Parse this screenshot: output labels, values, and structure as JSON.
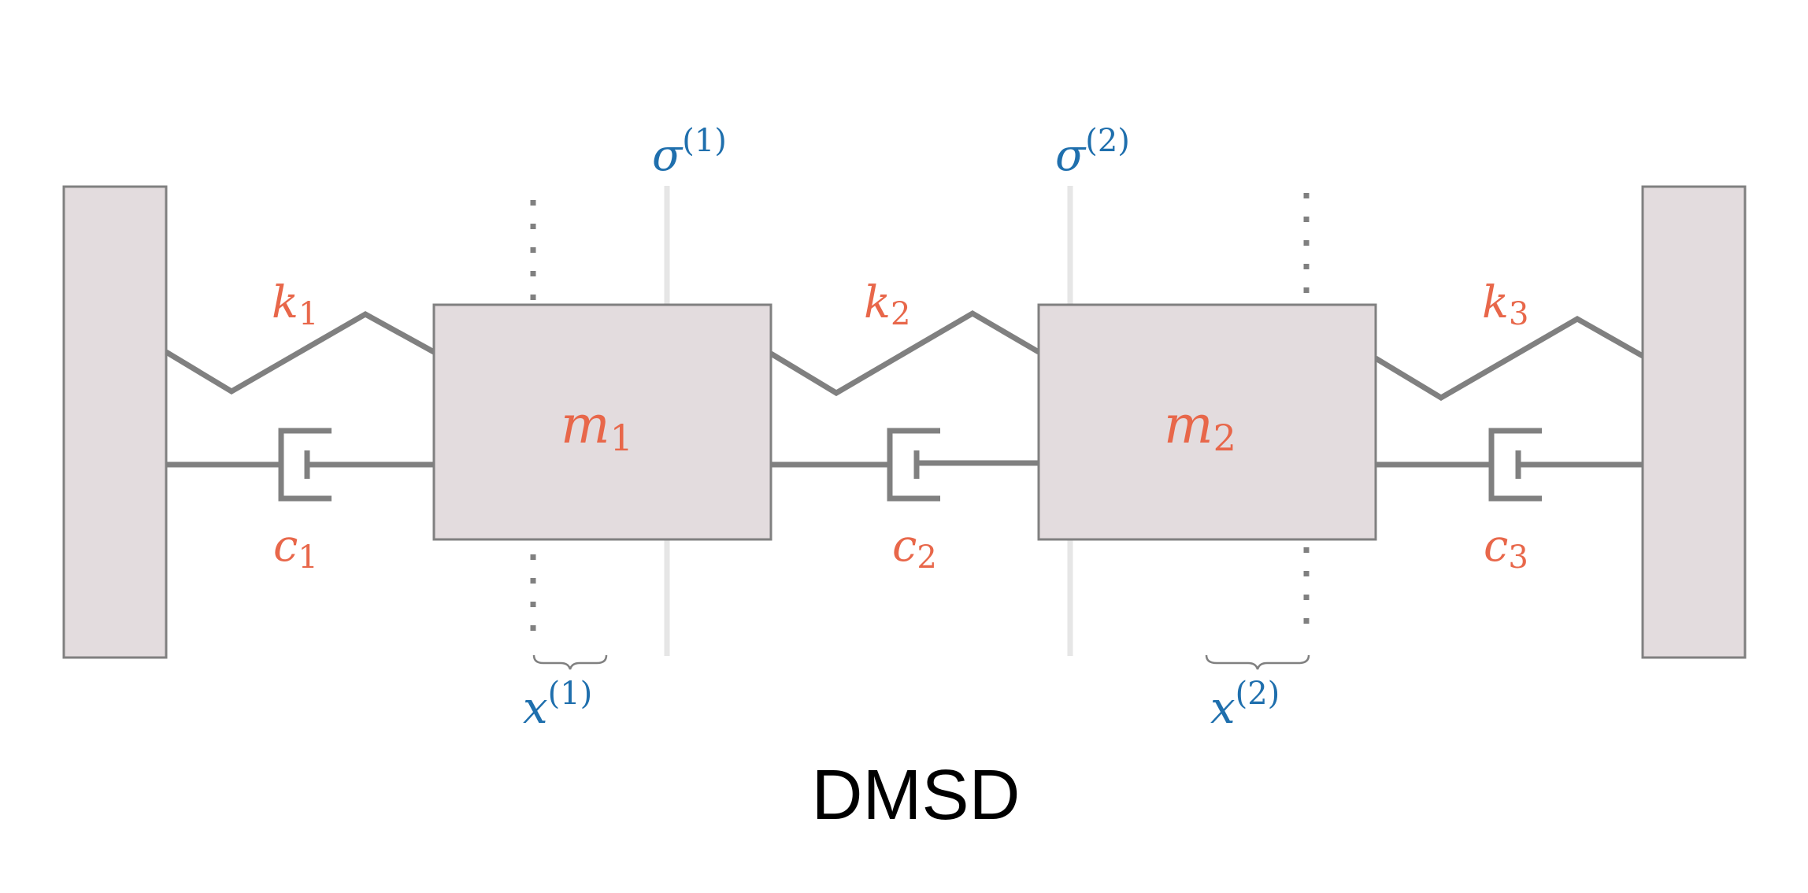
{
  "title": "DMSD",
  "colors": {
    "param": "#e8674a",
    "coord": "#1f6fad",
    "body_fill": "#e3dcde",
    "stroke": "#808080",
    "guide": "#e6e6e6"
  },
  "masses": [
    {
      "sym": "m",
      "sub": "1"
    },
    {
      "sym": "m",
      "sub": "2"
    }
  ],
  "springs": [
    {
      "sym": "k",
      "sub": "1"
    },
    {
      "sym": "k",
      "sub": "2"
    },
    {
      "sym": "k",
      "sub": "3"
    }
  ],
  "dampers": [
    {
      "sym": "c",
      "sub": "1"
    },
    {
      "sym": "c",
      "sub": "2"
    },
    {
      "sym": "c",
      "sub": "3"
    }
  ],
  "equilibria": [
    {
      "sym": "σ",
      "sup": "(1)"
    },
    {
      "sym": "σ",
      "sup": "(2)"
    }
  ],
  "displacements": [
    {
      "sym": "x",
      "sup": "(1)"
    },
    {
      "sym": "x",
      "sup": "(2)"
    }
  ]
}
